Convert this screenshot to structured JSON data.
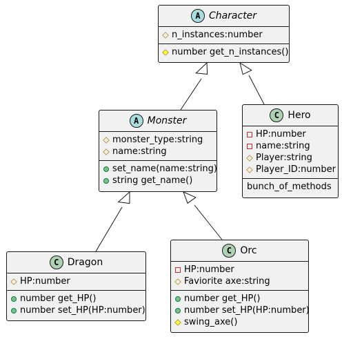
{
  "classes": {
    "character": {
      "name": "Character",
      "stereotype": "A",
      "badge_color": "#a9dcdf",
      "fields": [
        {
          "vis": "protected",
          "text": "n_instances:number"
        }
      ],
      "methods": [
        {
          "vis": "protected-method",
          "text": "number get_n_instances()"
        }
      ]
    },
    "monster": {
      "name": "Monster",
      "stereotype": "A",
      "badge_color": "#a9dcdf",
      "fields": [
        {
          "vis": "protected",
          "text": "monster_type:string"
        },
        {
          "vis": "protected",
          "text": "name:string"
        }
      ],
      "methods": [
        {
          "vis": "public",
          "text": "set_name(name:string)"
        },
        {
          "vis": "public",
          "text": "string get_name()"
        }
      ]
    },
    "hero": {
      "name": "Hero",
      "stereotype": "C",
      "badge_color": "#add1b2",
      "fields": [
        {
          "vis": "private",
          "text": "HP:number"
        },
        {
          "vis": "private",
          "text": "name:string"
        },
        {
          "vis": "protected",
          "text": "Player:string"
        },
        {
          "vis": "protected",
          "text": "Player_ID:number"
        }
      ],
      "methods": [
        {
          "vis": "none",
          "text": "bunch_of_methods"
        }
      ]
    },
    "dragon": {
      "name": "Dragon",
      "stereotype": "C",
      "badge_color": "#add1b2",
      "fields": [
        {
          "vis": "protected",
          "text": "HP:number"
        }
      ],
      "methods": [
        {
          "vis": "public",
          "text": "number get_HP()"
        },
        {
          "vis": "public",
          "text": "number set_HP(HP:number)"
        }
      ]
    },
    "orc": {
      "name": "Orc",
      "stereotype": "C",
      "badge_color": "#add1b2",
      "fields": [
        {
          "vis": "private",
          "text": "HP:number"
        },
        {
          "vis": "protected",
          "text": "Faviorite axe:string"
        }
      ],
      "methods": [
        {
          "vis": "public",
          "text": "number get_HP()"
        },
        {
          "vis": "public",
          "text": "number set_HP(HP:number)"
        },
        {
          "vis": "protected-method",
          "text": "swing_axe()"
        }
      ]
    }
  },
  "relations": [
    {
      "from": "monster",
      "to": "character",
      "type": "inheritance"
    },
    {
      "from": "hero",
      "to": "character",
      "type": "inheritance"
    },
    {
      "from": "dragon",
      "to": "monster",
      "type": "inheritance"
    },
    {
      "from": "orc",
      "to": "monster",
      "type": "inheritance"
    }
  ],
  "colors": {
    "box_fill": "#f1f1f1",
    "line": "#181818",
    "public": "#84be84",
    "private": "#c82930",
    "protected": "#b38d22",
    "protected_method_fill": "#ffff44"
  }
}
